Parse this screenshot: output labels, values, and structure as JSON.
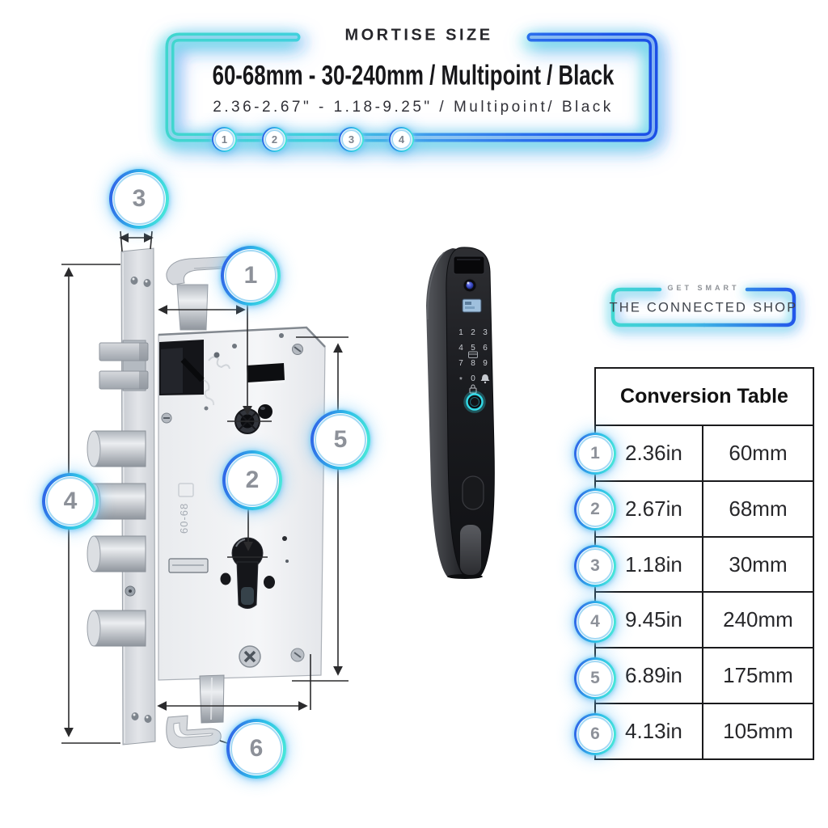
{
  "banner": {
    "title": "MORTISE SIZE",
    "headline": "60-68mm - 30-240mm / Multipoint / Black",
    "subheadline": "2.36-2.67\" - 1.18-9.25\" / Multipoint/ Black",
    "markers": [
      "1",
      "2",
      "3",
      "4"
    ]
  },
  "diagram": {
    "callouts": [
      "1",
      "2",
      "3",
      "4",
      "5",
      "6"
    ],
    "body_stamp": "60-68"
  },
  "product": {
    "keypad_rows": [
      [
        "1",
        "2",
        "3"
      ],
      [
        "4",
        "5",
        "6"
      ],
      [
        "7",
        "8",
        "9"
      ]
    ],
    "keypad_bottom_row": [
      "*",
      "0"
    ]
  },
  "logo": {
    "tagline": "GET SMART",
    "name": "THE CONNECTED SHOP"
  },
  "conversion_table": {
    "title": "Conversion Table",
    "rows": [
      {
        "marker": "1",
        "inches": "2.36in",
        "millimeters": "60mm"
      },
      {
        "marker": "2",
        "inches": "2.67in",
        "millimeters": "68mm"
      },
      {
        "marker": "3",
        "inches": "1.18in",
        "millimeters": "30mm"
      },
      {
        "marker": "4",
        "inches": "9.45in",
        "millimeters": "240mm"
      },
      {
        "marker": "5",
        "inches": "6.89in",
        "millimeters": "175mm"
      },
      {
        "marker": "6",
        "inches": "4.13in",
        "millimeters": "105mm"
      }
    ]
  },
  "colors": {
    "teal": "#3fd6ce",
    "blue": "#1d51e8",
    "glow_cyan": "#4fe3df",
    "glow_blue": "#3b7bf0",
    "callout_number_gray": "#8d9199"
  }
}
